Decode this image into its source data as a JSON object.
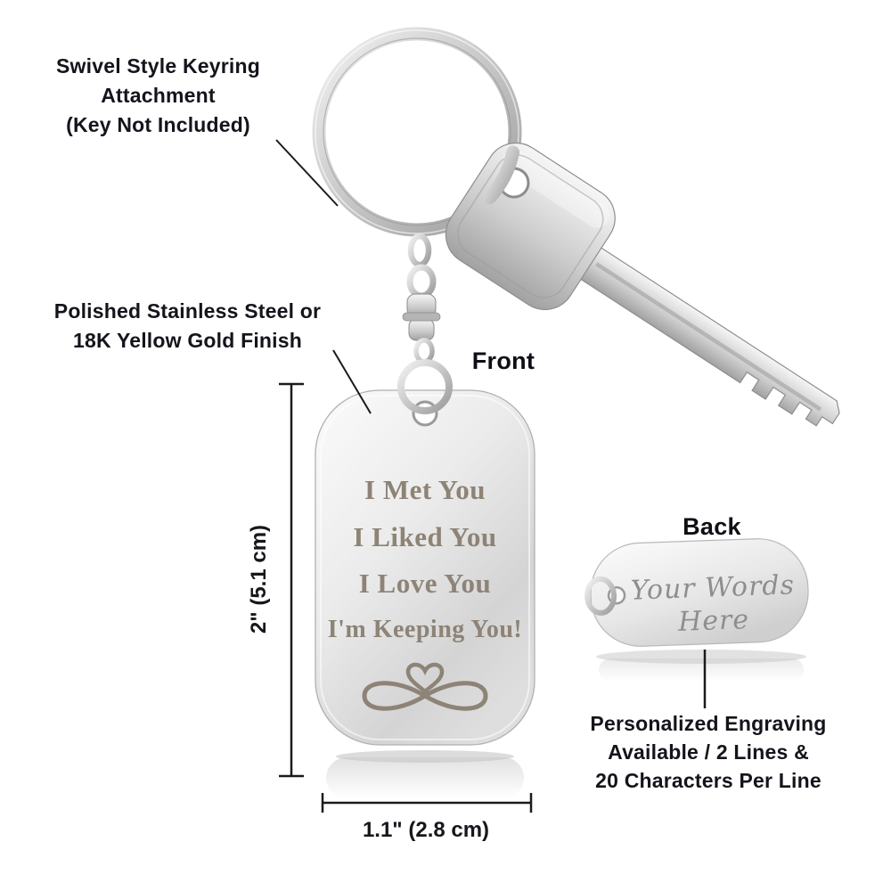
{
  "annotations": {
    "keyring_note": {
      "line1": "Swivel Style Keyring",
      "line2": "Attachment",
      "line3": "(Key Not Included)"
    },
    "finish_note": {
      "line1": "Polished Stainless Steel or",
      "line2": "18K Yellow Gold Finish"
    },
    "front_label": "Front",
    "back_label": "Back",
    "engraving_note": {
      "line1": "Personalized Engraving",
      "line2": "Available / 2 Lines &",
      "line3": "20 Characters Per Line"
    }
  },
  "front_tag": {
    "engraving": [
      "I Met You",
      "I Liked You",
      "I Love You",
      "I'm Keeping You!"
    ],
    "symbol": "infinity-heart"
  },
  "back_tag": {
    "line1": "Your Words",
    "line2": "Here"
  },
  "dimensions": {
    "height": "2\" (5.1 cm)",
    "width": "1.1\" (2.8 cm)"
  },
  "colors": {
    "annotation_text": "#14141c",
    "engraving": "#8d8376",
    "back_engraving": "#8e8e8e",
    "metal_light": "#f5f5f5",
    "metal_dark": "#9e9e9e"
  }
}
